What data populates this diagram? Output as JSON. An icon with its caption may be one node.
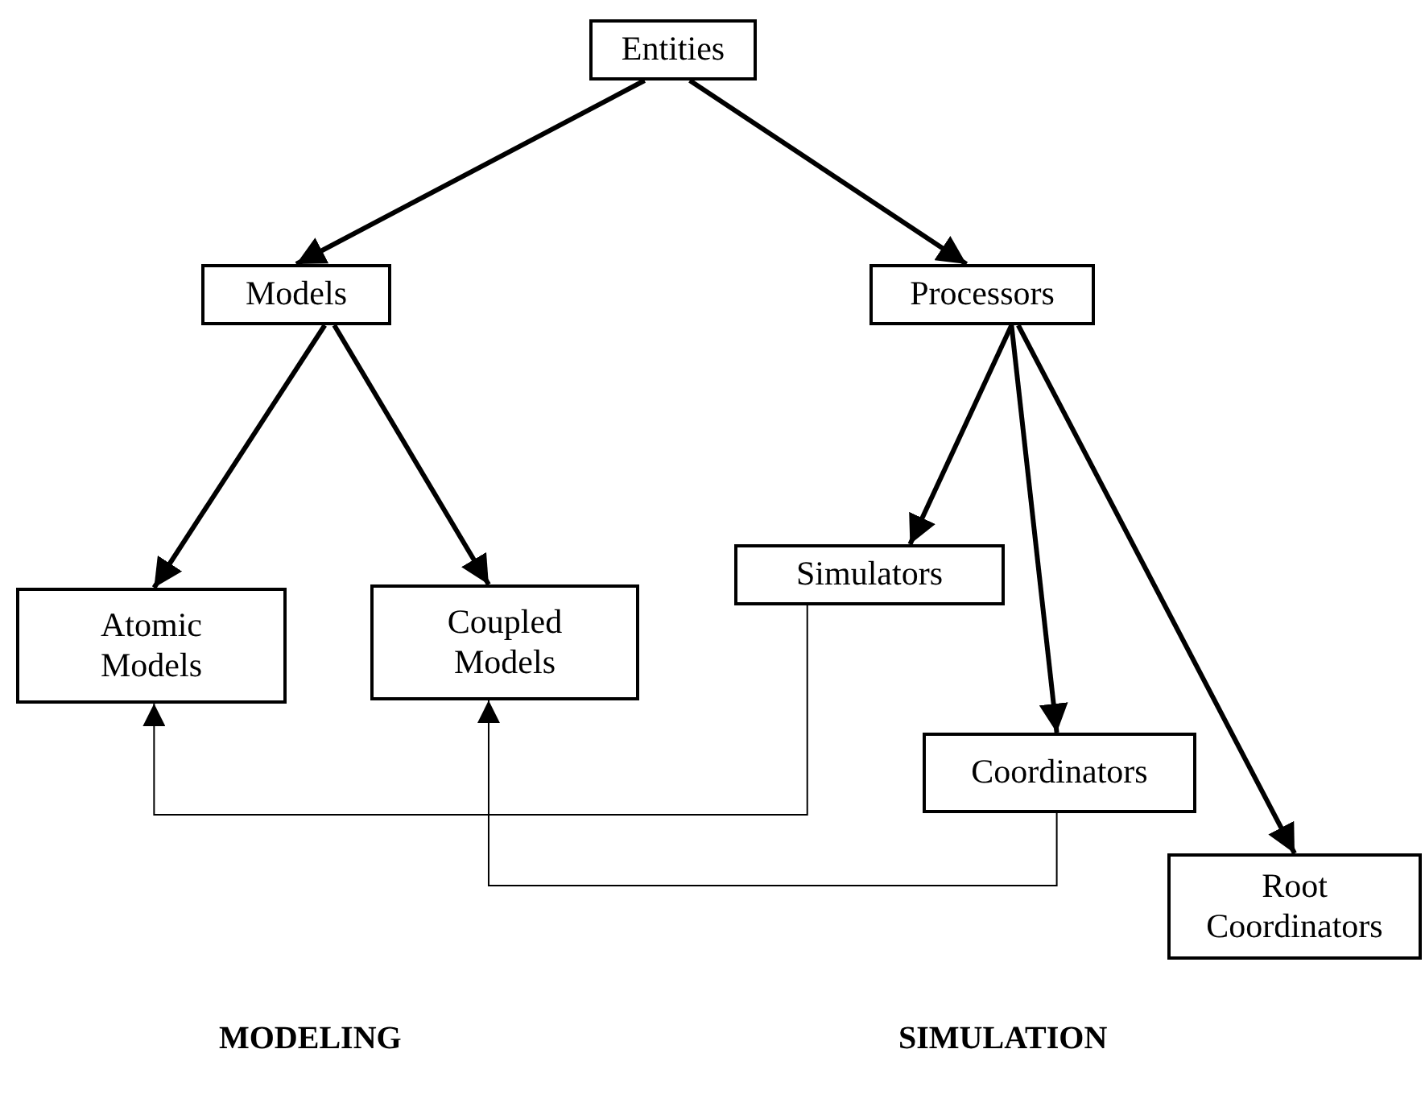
{
  "diagram": {
    "nodes": [
      {
        "text": [
          "Entities"
        ]
      },
      {
        "text": [
          "Models"
        ]
      },
      {
        "text": [
          "Processors"
        ]
      },
      {
        "text": [
          "Atomic Models"
        ]
      },
      {
        "text": [
          "Coupled Models"
        ]
      },
      {
        "text": [
          "Simulators"
        ]
      },
      {
        "text": [
          "Coordinators"
        ]
      },
      {
        "text": [
          "Root Coordinators"
        ]
      }
    ],
    "edges": [
      {
        "from": 0,
        "to": 1,
        "arrow": "to"
      },
      {
        "from": 0,
        "to": 2,
        "arrow": "to"
      },
      {
        "from": 1,
        "to": 3,
        "arrow": "to"
      },
      {
        "from": 1,
        "to": 4,
        "arrow": "to"
      },
      {
        "from": 2,
        "to": 5,
        "arrow": "to"
      },
      {
        "from": 2,
        "to": 6,
        "arrow": "to"
      },
      {
        "from": 2,
        "to": 7,
        "arrow": "to"
      },
      {
        "from": 5,
        "to": 3,
        "arrow": "to"
      },
      {
        "from": 6,
        "to": 4,
        "arrow": "to"
      }
    ],
    "labels": [
      "MODELING",
      "SIMULATION"
    ]
  }
}
